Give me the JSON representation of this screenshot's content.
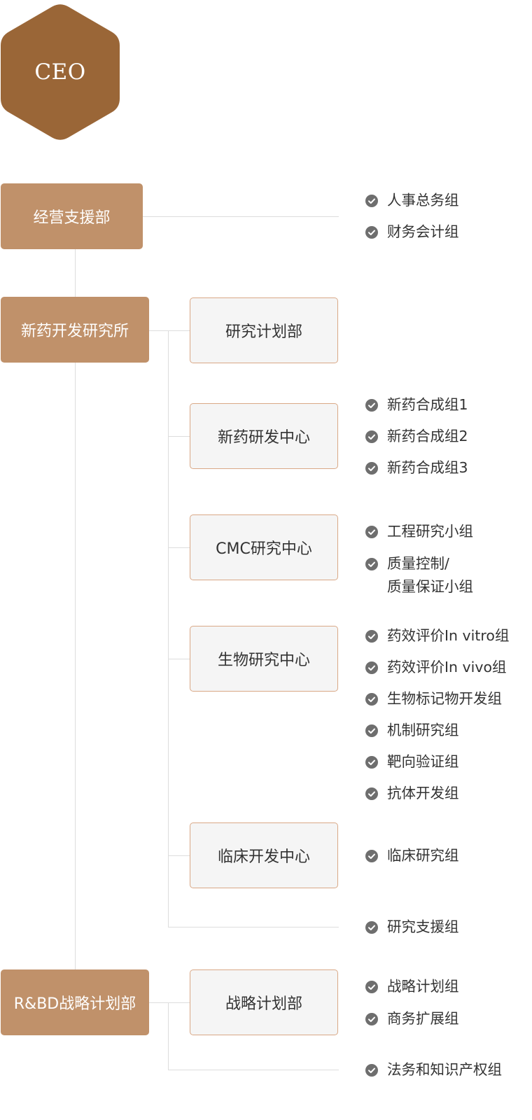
{
  "ceo": {
    "label": "CEO"
  },
  "departments": {
    "management_support": {
      "label": "经营支援部",
      "teams": [
        "人事总务组",
        "财务会计组"
      ]
    },
    "drug_research_institute": {
      "label": "新药开发研究所",
      "centers": [
        {
          "label": "研究计划部",
          "teams": []
        },
        {
          "label": "新药研发中心",
          "teams": [
            "新药合成组1",
            "新药合成组2",
            "新药合成组3"
          ]
        },
        {
          "label": "CMC研究中心",
          "teams": [
            "工程研究小组",
            "质量控制/\n质量保证小组"
          ]
        },
        {
          "label": "生物研究中心",
          "teams": [
            "药效评价In vitro组",
            "药效评价In vivo组",
            "生物标记物开发组",
            "机制研究组",
            "靶向验证组",
            "抗体开发组"
          ]
        },
        {
          "label": "临床开发中心",
          "teams": [
            "临床研究组"
          ]
        }
      ],
      "direct_teams": [
        "研究支援组"
      ]
    },
    "rbd_strategy": {
      "label": "R&BD战略计划部",
      "centers": [
        {
          "label": "战略计划部",
          "teams": [
            "战略计划组",
            "商务扩展组"
          ]
        }
      ],
      "direct_teams": [
        "法务和知识产权组"
      ]
    }
  },
  "colors": {
    "ceo_fill": "#9a6637",
    "dept_fill": "#c0916a",
    "center_fill": "#f5f5f5",
    "center_border": "#d9a886",
    "connector": "#dddddd",
    "check_icon": "#6e6e6e",
    "text": "#333333"
  },
  "icons": {
    "ceo_shape": "hexagon",
    "team_bullet": "check-circle-icon"
  }
}
